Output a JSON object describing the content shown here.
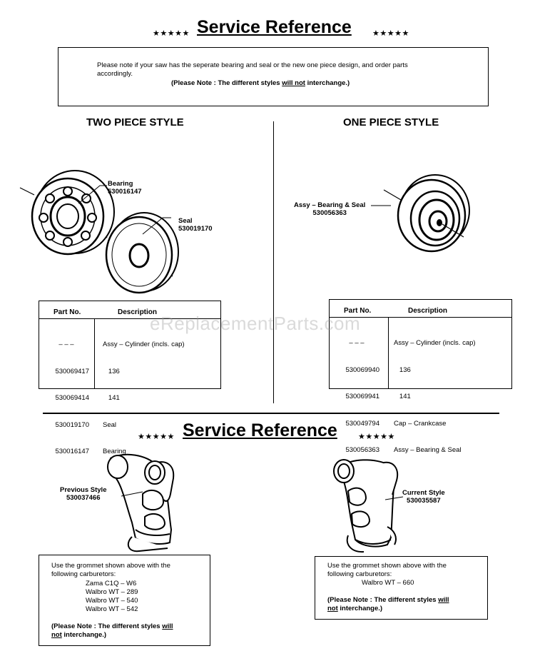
{
  "top": {
    "stars_left": "★★★★★",
    "stars_right": "★★★★★",
    "title": "Service Reference",
    "note_line1": "Please note if your saw has the seperate bearing and seal or the new one piece design, and order parts",
    "note_line2": "accordingly.",
    "note_bold_pre": "(Please Note : The different styles ",
    "note_bold_u": "will not",
    "note_bold_post": " interchange.)"
  },
  "two_piece": {
    "heading": "TWO PIECE STYLE",
    "label_bearing": "Bearing",
    "label_bearing_no": "530016147",
    "label_seal": "Seal",
    "label_seal_no": "530019170",
    "col_part": "Part No.",
    "col_desc": "Description",
    "rows": [
      {
        "part": "– – –",
        "desc": "Assy – Cylinder (incls. cap)"
      },
      {
        "part": "530069417",
        "desc": "   136"
      },
      {
        "part": "530069414",
        "desc": "   141"
      },
      {
        "part": "530019170",
        "desc": "Seal"
      },
      {
        "part": "530016147",
        "desc": "Bearing"
      }
    ]
  },
  "one_piece": {
    "heading": "ONE PIECE STYLE",
    "label_assy": "Assy – Bearing & Seal",
    "label_assy_no": "530056363",
    "col_part": "Part No.",
    "col_desc": "Description",
    "rows": [
      {
        "part": "– – –",
        "desc": "Assy – Cylinder (incls. cap)"
      },
      {
        "part": "530069940",
        "desc": "   136"
      },
      {
        "part": "530069941",
        "desc": "   141"
      },
      {
        "part": "530049794",
        "desc": "Cap – Crankcase"
      },
      {
        "part": "530056363",
        "desc": "Assy – Bearing & Seal"
      }
    ]
  },
  "watermark": "eReplacementParts.com",
  "bottom": {
    "stars_left": "★★★★★",
    "stars_right": "★★★★★",
    "title": "Service Reference",
    "prev_label": "Previous Style",
    "prev_no": "530037466",
    "curr_label": "Current Style",
    "curr_no": "530035587",
    "left_box": {
      "line1": "Use the grommet shown above with the",
      "line2": "following carburetors:",
      "carbs": [
        "Zama C1Q – W6",
        "Walbro WT – 289",
        "Walbro WT – 540",
        "Walbro WT – 542"
      ],
      "note_pre": "(Please Note : The different styles ",
      "note_u1": "will",
      "note_u2": "not",
      "note_post": " interchange.)"
    },
    "right_box": {
      "line1": "Use the grommet shown above with the",
      "line2": "following carburetors:",
      "carbs": [
        "Walbro WT – 660"
      ],
      "note_pre": "(Please Note : The different styles ",
      "note_u1": "will",
      "note_u2": "not",
      "note_post": " interchange.)"
    }
  }
}
